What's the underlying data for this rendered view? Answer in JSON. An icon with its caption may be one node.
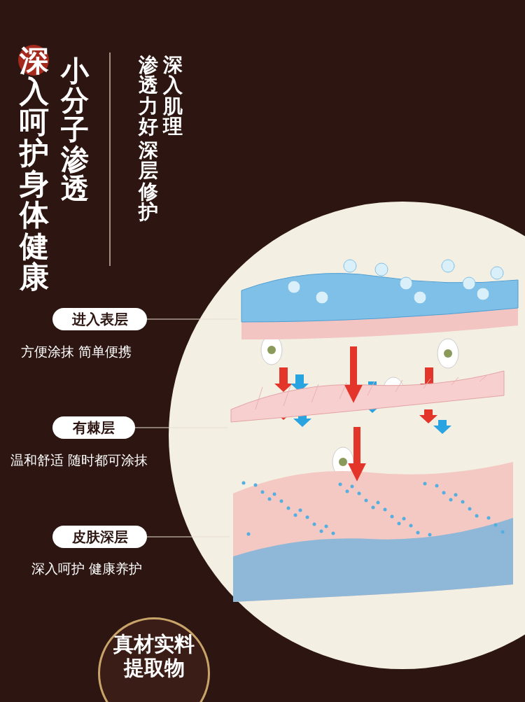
{
  "diagram": {
    "nodes": [
      {
        "text": [
          "进入表层"
        ],
        "beside": [
          "方便涂抹 简单便携"
        ]
      },
      {
        "text": [
          "有棘层"
        ],
        "beside": [
          "温和舒适 随时都可涂抹"
        ]
      },
      {
        "text": [
          "皮肤深层"
        ],
        "beside": [
          "深入呵护 健康养护"
        ]
      },
      {
        "text": [],
        "shape": "picture"
      },
      {
        "text": [],
        "shape": "picture"
      },
      {
        "text": [],
        "shape": "picture"
      },
      {
        "text": [
          "真材实料提取物"
        ]
      }
    ],
    "edges": [
      {
        "from": 0,
        "to": 3,
        "arrow": "none"
      },
      {
        "from": 1,
        "to": 4,
        "arrow": "none"
      },
      {
        "from": 2,
        "to": 5,
        "arrow": "none"
      },
      {
        "from": 3,
        "to": 4,
        "arrow": "to",
        "style": "thick",
        "color": "#e4352b"
      },
      {
        "from": 4,
        "to": 5,
        "arrow": "to",
        "style": "thick",
        "color": "#e4352b"
      }
    ],
    "labels": [
      "深入呵护身体健康",
      "小分子渗透",
      "深入肌理",
      "渗透力好",
      "深层修护"
    ]
  }
}
